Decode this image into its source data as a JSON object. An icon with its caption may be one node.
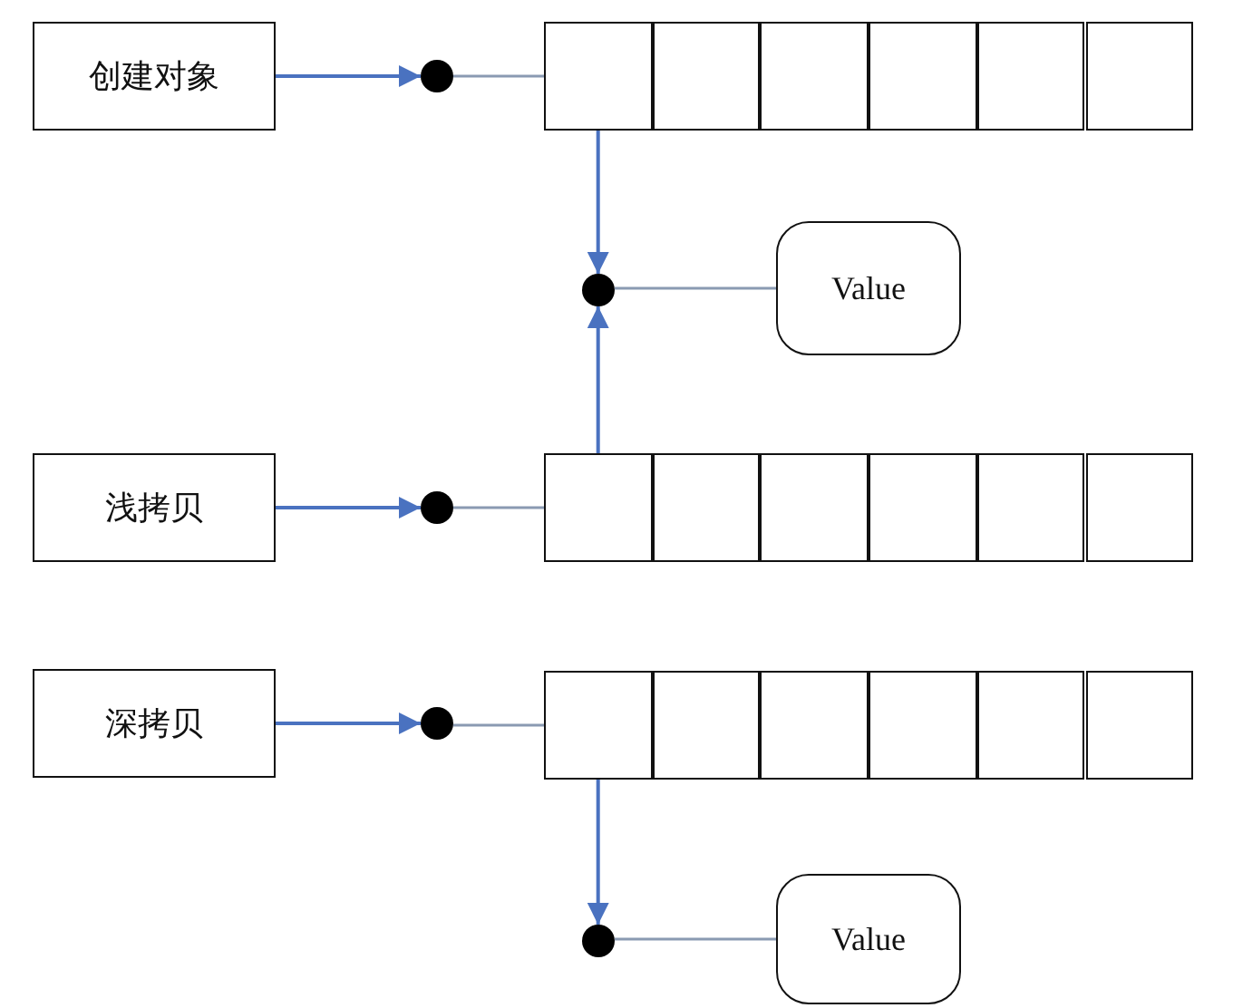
{
  "diagram": {
    "nodes": [
      {
        "text": [
          "创建对象"
        ]
      },
      {
        "text": [],
        "shape": "circle"
      },
      {
        "text": [],
        "shape": "box"
      },
      {
        "text": [],
        "shape": "box"
      },
      {
        "text": [],
        "shape": "box"
      },
      {
        "text": [],
        "shape": "box"
      },
      {
        "text": [],
        "shape": "box"
      },
      {
        "text": [],
        "shape": "box"
      },
      {
        "text": [],
        "shape": "circle"
      },
      {
        "text": [
          "Value"
        ]
      },
      {
        "text": [
          "浅拷贝"
        ]
      },
      {
        "text": [],
        "shape": "circle"
      },
      {
        "text": [],
        "shape": "box"
      },
      {
        "text": [],
        "shape": "box"
      },
      {
        "text": [],
        "shape": "box"
      },
      {
        "text": [],
        "shape": "box"
      },
      {
        "text": [],
        "shape": "box"
      },
      {
        "text": [],
        "shape": "box"
      },
      {
        "text": [
          "深拷贝"
        ]
      },
      {
        "text": [],
        "shape": "circle"
      },
      {
        "text": [],
        "shape": "box"
      },
      {
        "text": [],
        "shape": "box"
      },
      {
        "text": [],
        "shape": "box"
      },
      {
        "text": [],
        "shape": "box"
      },
      {
        "text": [],
        "shape": "box"
      },
      {
        "text": [],
        "shape": "box"
      },
      {
        "text": [],
        "shape": "circle"
      },
      {
        "text": [
          "Value"
        ]
      }
    ],
    "edges": [
      {
        "from": 0,
        "to": 1,
        "arrow": "to"
      },
      {
        "from": 1,
        "to": 2,
        "arrow": "none",
        "color": "#8a9ab2"
      },
      {
        "from": 2,
        "to": 8,
        "arrow": "to"
      },
      {
        "from": 8,
        "to": 9,
        "arrow": "none",
        "color": "#8a9ab2"
      },
      {
        "from": 10,
        "to": 11,
        "arrow": "to"
      },
      {
        "from": 11,
        "to": 12,
        "arrow": "none",
        "color": "#8a9ab2"
      },
      {
        "from": 12,
        "to": 8,
        "arrow": "to"
      },
      {
        "from": 18,
        "to": 19,
        "arrow": "to"
      },
      {
        "from": 19,
        "to": 20,
        "arrow": "none",
        "color": "#8a9ab2"
      },
      {
        "from": 20,
        "to": 26,
        "arrow": "to"
      },
      {
        "from": 26,
        "to": 27,
        "arrow": "none",
        "color": "#8a9ab2"
      }
    ]
  }
}
